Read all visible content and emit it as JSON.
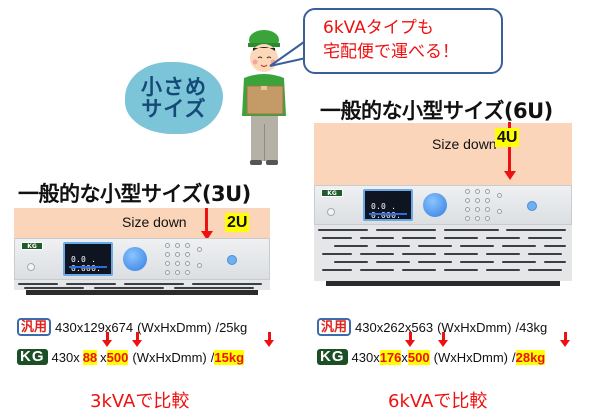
{
  "badge": {
    "line1": "小さめ",
    "line2": "サイズ",
    "color": "#7cc4d8"
  },
  "bubble": {
    "line1": "6kVAタイプも",
    "line2": "宅配便で運べる！",
    "text_color": "#ee1111",
    "border_color": "#3a5f9a"
  },
  "illustration": {
    "subject": "delivery-man-holding-box"
  },
  "left_panel": {
    "heading": "一般的な小型サイズ(3U)",
    "size_down_label": "Size down",
    "new_size": "2U",
    "device": {
      "logo": "KG",
      "display_value": "0.0 . 0.000."
    }
  },
  "right_panel": {
    "heading": "一般的な小型サイズ(6U)",
    "size_down_label": "Size down",
    "new_size": "4U",
    "device": {
      "logo": "KG",
      "display_value": "0.0 . 0.000."
    }
  },
  "specs_3kva": {
    "general": {
      "tag": "汎用",
      "dims": "430x129x674",
      "unit": "(WxHxDmm)",
      "weight": "/25kg"
    },
    "kg": {
      "tag": "KG",
      "w": "430x",
      "h": "88",
      "x": "x",
      "d": "500",
      "unit": "(WxHxDmm)",
      "slash": "/",
      "weight": "15kg"
    },
    "caption": "3kVAで比較"
  },
  "specs_6kva": {
    "general": {
      "tag": "汎用",
      "dims": "430x262x563",
      "unit": "(WxHxDmm)",
      "weight": "/43kg"
    },
    "kg": {
      "tag": "KG",
      "w": "430x",
      "h": "176",
      "x": "x",
      "d": "500",
      "unit": "(WxHxDmm)",
      "slash": "/",
      "weight": "28kg"
    },
    "caption": "6kVAで比較"
  },
  "colors": {
    "accent_red": "#ee1111",
    "highlight": "#ffff00",
    "peach": "#fbd5b9",
    "kg_green": "#1d4f27"
  }
}
